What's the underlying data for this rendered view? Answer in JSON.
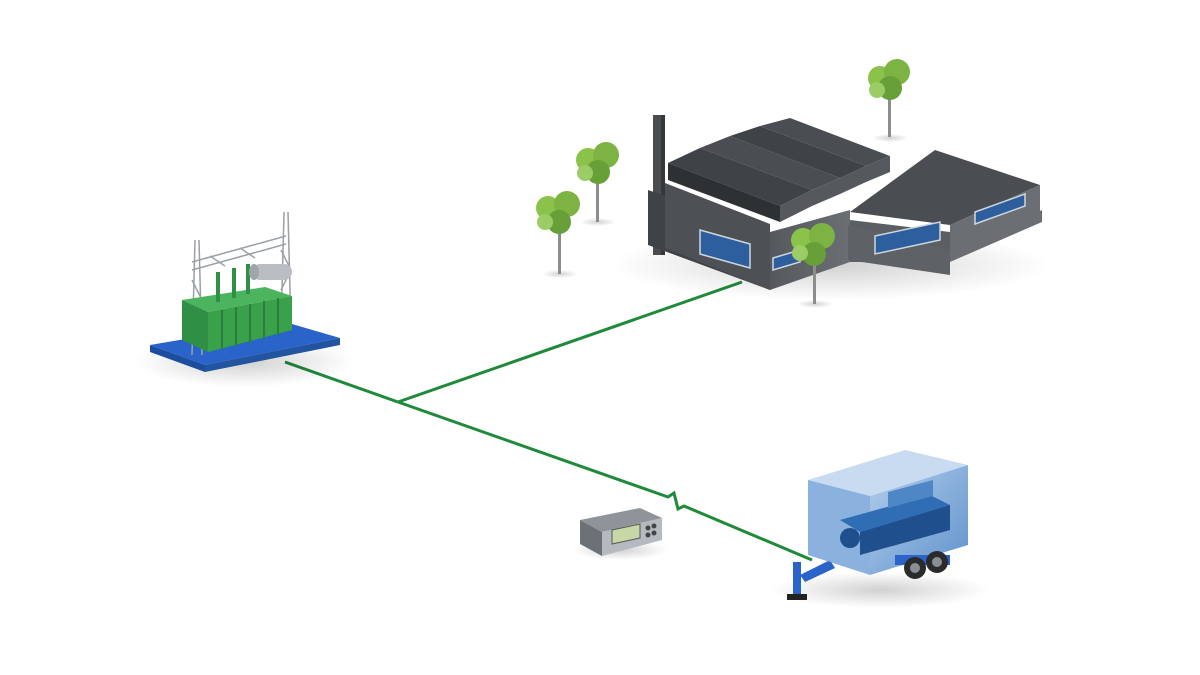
{
  "diagram": {
    "nodes": [
      {
        "id": "substation",
        "label": "",
        "icon": "transformer-substation-icon"
      },
      {
        "id": "factory",
        "label": "",
        "icon": "factory-icon"
      },
      {
        "id": "controller",
        "label": "",
        "icon": "control-unit-icon"
      },
      {
        "id": "genset",
        "label": "",
        "icon": "mobile-generator-trailer-icon"
      }
    ],
    "connections": [
      {
        "from": "substation",
        "to": "junction"
      },
      {
        "from": "junction",
        "to": "factory"
      },
      {
        "from": "junction",
        "to": "genset",
        "break_symbol": true
      }
    ],
    "colors": {
      "line": "#1f8a3a",
      "transformer": "#3aa14b",
      "platform": "#2a63c9",
      "building": "#5b5f63",
      "roof": "#3f4246",
      "window": "#2d5f9e",
      "trailer": "#6f9fd6",
      "tree": "#7cb342",
      "trunk": "#8a8f8a"
    }
  }
}
